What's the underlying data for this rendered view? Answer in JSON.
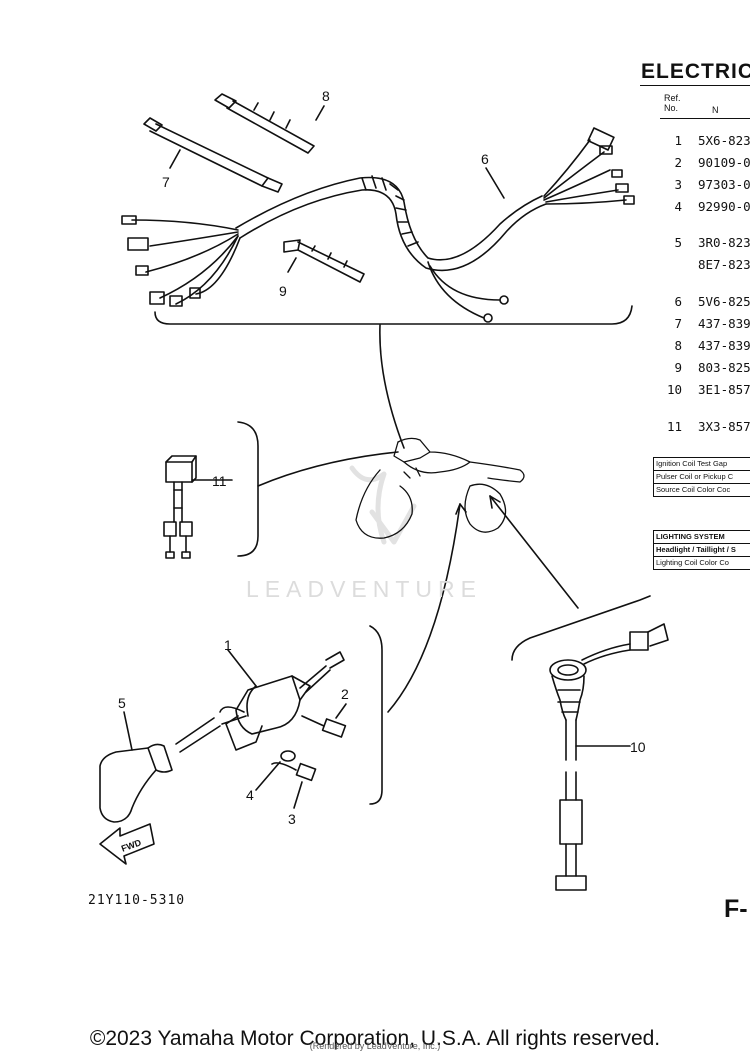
{
  "page": {
    "title": "ELECTRIC",
    "fig_code": "21Y110-5310",
    "page_ref": "F-",
    "watermark": "LEADVENTURE",
    "copyright": "©2023 Yamaha Motor Corporation, U.S.A. All rights reserved.",
    "rendered_by": "(Rendered by LeadVenture, Inc.)"
  },
  "table": {
    "ref_header_line1": "Ref.",
    "ref_header_line2": "No.",
    "part_header": "N",
    "rows": [
      {
        "ref": "1",
        "part": "5X6-823"
      },
      {
        "ref": "2",
        "part": "90109-0"
      },
      {
        "ref": "3",
        "part": "97303-0"
      },
      {
        "ref": "4",
        "part": "92990-0"
      },
      {
        "ref": "5",
        "part": "3R0-823"
      },
      {
        "ref": "",
        "part": "8E7-823"
      },
      {
        "ref": "6",
        "part": "5V6-825"
      },
      {
        "ref": "7",
        "part": "437-839"
      },
      {
        "ref": "8",
        "part": "437-839"
      },
      {
        "ref": "9",
        "part": "803-825"
      },
      {
        "ref": "10",
        "part": "3E1-857"
      },
      {
        "ref": "11",
        "part": "3X3-857"
      }
    ]
  },
  "spec_ignition": [
    "Ignition Coil Test Gap",
    "Pulser Coil or Pickup C",
    "Source Coil  Color Coc"
  ],
  "spec_lighting": [
    "LIGHTING SYSTEM",
    "Headlight / Taillight / S",
    "Lighting Coil Color Co"
  ],
  "callouts": {
    "c1": "1",
    "c2": "2",
    "c3": "3",
    "c4": "4",
    "c5": "5",
    "c6": "6",
    "c7": "7",
    "c8": "8",
    "c9": "9",
    "c10": "10",
    "c11": "11"
  },
  "fwd_label": "FWD"
}
